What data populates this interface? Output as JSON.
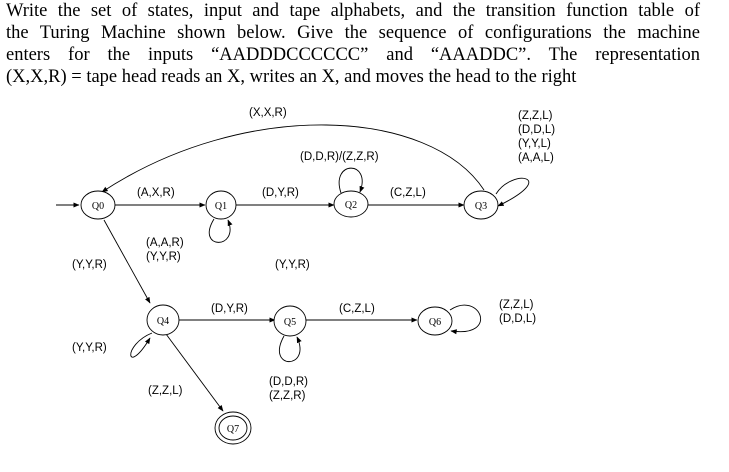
{
  "question": {
    "lines": [
      "Write the set of states, input and tape alphabets, and the transition function table of",
      "the Turing Machine shown below. Give the sequence of configurations the machine",
      "enters for the inputs “AADDDCCCCCC” and “AAADDC”. The representation",
      "(X,X,R) = tape head reads an X, writes an X, and moves the head to the right"
    ]
  },
  "diagram": {
    "states": {
      "q0": "Q0",
      "q1": "Q1",
      "q2": "Q2",
      "q3": "Q3",
      "q4": "Q4",
      "q5": "Q5",
      "q6": "Q6",
      "q7": "Q7"
    },
    "labels": {
      "q3_q0": "(X,X,R)",
      "q0_q1": "(A,X,R)",
      "q1_loop_1": "(A,A,R)",
      "q1_loop_2": "(Y,Y,R)",
      "q1_q2": "(D,Y,R)",
      "q2_loop": "(D,D,R)/(Z,Z,R)",
      "q2_q3": "(C,Z,L)",
      "q3_loop_1": "(Z,Z,L)",
      "q3_loop_2": "(D,D,L)",
      "q3_loop_3": "(Y,Y,L)",
      "q3_loop_4": "(A,A,L)",
      "q0_q4": "(Y,Y,R)",
      "q4_loop": "(Y,Y,R)",
      "q4_q5": "(D,Y,R)",
      "q5_loop_1": "(D,D,R)",
      "q5_loop_2": "(Z,Z,R)",
      "q5_q6": "(C,Z,L)",
      "q6_loop_1": "(Z,Z,L)",
      "q6_loop_2": "(D,D,L)",
      "q4_q7": "(Z,Z,L)",
      "q6_q4": "(Y,Y,R)"
    }
  }
}
